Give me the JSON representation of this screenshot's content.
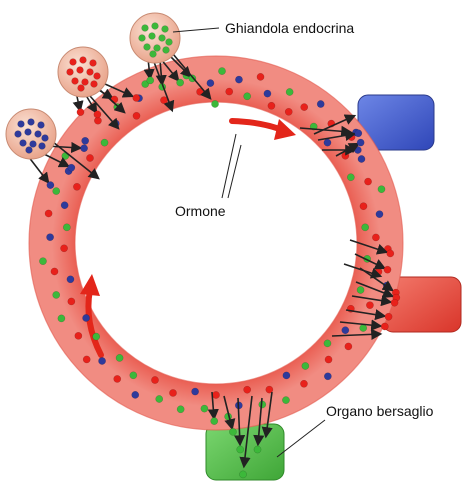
{
  "labels": {
    "gland": "Ghiandola endocrina",
    "hormone": "Ormone",
    "target": "Organo bersaglio"
  },
  "colors": {
    "vessel_outer": "#e8564c",
    "vessel_inner": "#f08a80",
    "flow_arrow": "#e12a1c",
    "hormone_red": "#e8211b",
    "hormone_green": "#3cb83a",
    "hormone_blue": "#2e3a9c",
    "gland_fill": "#f1b9a4",
    "organ_blue": "#3f5fd0",
    "organ_red": "#e84a3c",
    "organ_green": "#55c24c",
    "arrow": "#222222"
  },
  "glands": [
    {
      "name": "gland-green",
      "hormone": "green"
    },
    {
      "name": "gland-red",
      "hormone": "red"
    },
    {
      "name": "gland-blue",
      "hormone": "blue"
    }
  ],
  "target_organs": [
    {
      "name": "target-organ-blue",
      "hormone": "blue"
    },
    {
      "name": "target-organ-red",
      "hormone": "red"
    },
    {
      "name": "target-organ-green",
      "hormone": "green"
    }
  ]
}
